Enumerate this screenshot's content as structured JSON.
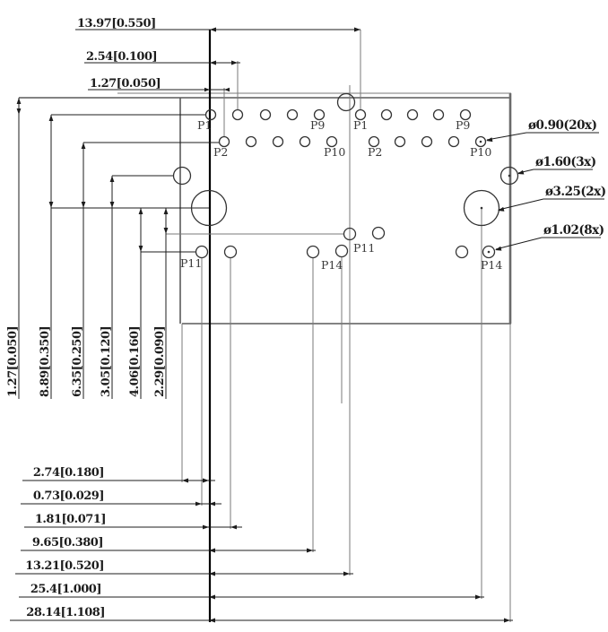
{
  "dims_top": [
    "13.97[0.550]",
    "2.54[0.100]",
    "1.27[0.050]"
  ],
  "dims_left": [
    "1.27[0.050]",
    "8.89[0.350]",
    "6.35[0.250]",
    "3.05[0.120]",
    "4.06[0.160]",
    "2.29[0.090]"
  ],
  "dims_bottom": [
    "2.74[0.180]",
    "0.73[0.029]",
    "1.81[0.071]",
    "9.65[0.380]",
    "13.21[0.520]",
    "25.4[1.000]",
    "28.14[1.108]"
  ],
  "callouts": [
    "ø0.90(20x)",
    "ø1.60(3x)",
    "ø3.25(2x)",
    "ø1.02(8x)"
  ],
  "pins_left": [
    "P1",
    "P9",
    "P2",
    "P10",
    "P11",
    "P14"
  ],
  "pins_right": [
    "P1",
    "P9",
    "P2",
    "P10",
    "P11",
    "P14"
  ],
  "line_color": "#1c1c1c",
  "background_color": "#ffffff"
}
